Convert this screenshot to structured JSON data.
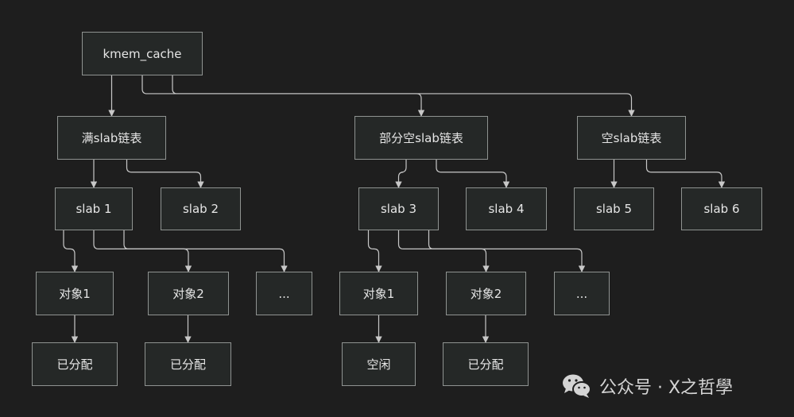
{
  "diagram": {
    "nodes": {
      "root": "kmem_cache",
      "full_list": "满slab链表",
      "partial_list": "部分空slab链表",
      "empty_list": "空slab链表",
      "slab1": "slab 1",
      "slab2": "slab 2",
      "slab3": "slab 3",
      "slab4": "slab 4",
      "slab5": "slab 5",
      "slab6": "slab 6",
      "s1_obj1": "对象1",
      "s1_obj2": "对象2",
      "s1_more": "...",
      "s3_obj1": "对象1",
      "s3_obj2": "对象2",
      "s3_more": "...",
      "s1_obj1_state": "已分配",
      "s1_obj2_state": "已分配",
      "s3_obj1_state": "空闲",
      "s3_obj2_state": "已分配"
    },
    "edges": [
      [
        "root",
        "full_list"
      ],
      [
        "root",
        "partial_list"
      ],
      [
        "root",
        "empty_list"
      ],
      [
        "full_list",
        "slab1"
      ],
      [
        "full_list",
        "slab2"
      ],
      [
        "partial_list",
        "slab3"
      ],
      [
        "partial_list",
        "slab4"
      ],
      [
        "empty_list",
        "slab5"
      ],
      [
        "empty_list",
        "slab6"
      ],
      [
        "slab1",
        "s1_obj1"
      ],
      [
        "slab1",
        "s1_obj2"
      ],
      [
        "slab1",
        "s1_more"
      ],
      [
        "slab3",
        "s3_obj1"
      ],
      [
        "slab3",
        "s3_obj2"
      ],
      [
        "slab3",
        "s3_more"
      ],
      [
        "s1_obj1",
        "s1_obj1_state"
      ],
      [
        "s1_obj2",
        "s1_obj2_state"
      ],
      [
        "s3_obj1",
        "s3_obj1_state"
      ],
      [
        "s3_obj2",
        "s3_obj2_state"
      ]
    ]
  },
  "watermark": {
    "text": "公众号 · X之哲學",
    "icon": "wechat-icon"
  },
  "colors": {
    "background": "#1e1e1e",
    "node_fill": "#252827",
    "node_border": "#8f9391",
    "edge": "#c8c8c8",
    "text": "#e6e6e6"
  }
}
